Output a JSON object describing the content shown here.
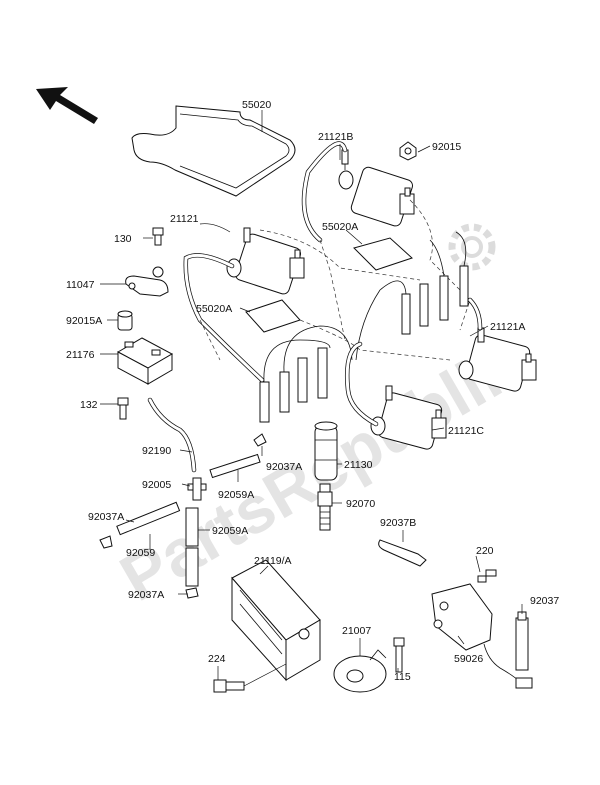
{
  "watermark": {
    "text": "PartsRepublik",
    "color": "#e4e4e4"
  },
  "labels": [
    {
      "id": "55020",
      "text": "55020"
    },
    {
      "id": "21121B",
      "text": "21121B"
    },
    {
      "id": "92015",
      "text": "92015"
    },
    {
      "id": "21121",
      "text": "21121"
    },
    {
      "id": "55020A-top",
      "text": "55020A"
    },
    {
      "id": "130",
      "text": "130"
    },
    {
      "id": "11047",
      "text": "11047"
    },
    {
      "id": "92015A",
      "text": "92015A"
    },
    {
      "id": "55020A-mid",
      "text": "55020A"
    },
    {
      "id": "21121A",
      "text": "21121A"
    },
    {
      "id": "21176",
      "text": "21176"
    },
    {
      "id": "132",
      "text": "132"
    },
    {
      "id": "21121C",
      "text": "21121C"
    },
    {
      "id": "92190",
      "text": "92190"
    },
    {
      "id": "21130",
      "text": "21130"
    },
    {
      "id": "92037A-1",
      "text": "92037A"
    },
    {
      "id": "92005",
      "text": "92005"
    },
    {
      "id": "92059A-1",
      "text": "92059A"
    },
    {
      "id": "92070",
      "text": "92070"
    },
    {
      "id": "92037A-2",
      "text": "92037A"
    },
    {
      "id": "92059A-2",
      "text": "92059A"
    },
    {
      "id": "92037B",
      "text": "92037B"
    },
    {
      "id": "92059",
      "text": "92059"
    },
    {
      "id": "220",
      "text": "220"
    },
    {
      "id": "21119A",
      "text": "21119/A"
    },
    {
      "id": "92037A-3",
      "text": "92037A"
    },
    {
      "id": "92037",
      "text": "92037"
    },
    {
      "id": "21007",
      "text": "21007"
    },
    {
      "id": "224",
      "text": "224"
    },
    {
      "id": "59026",
      "text": "59026"
    },
    {
      "id": "115",
      "text": "115"
    }
  ]
}
